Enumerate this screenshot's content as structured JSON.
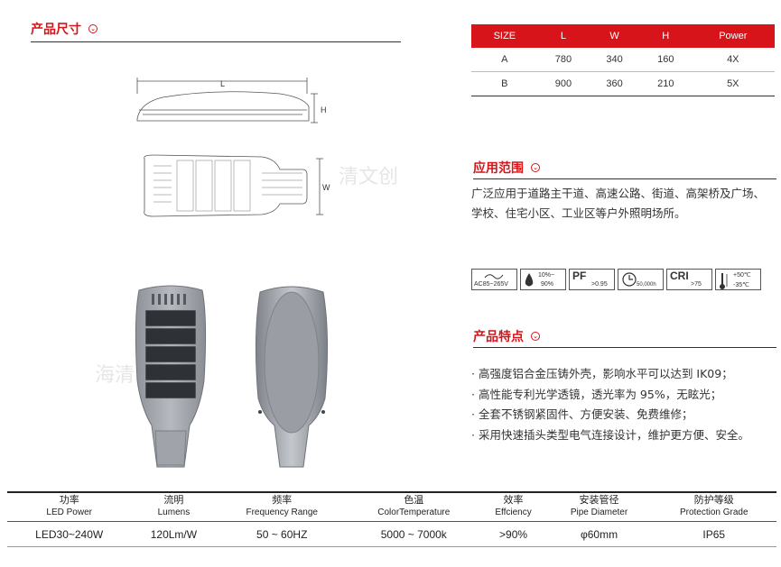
{
  "sections": {
    "size_title": "产品尺寸",
    "app_title": "应用范围",
    "feat_title": "产品特点"
  },
  "drawing": {
    "dim_l": "L",
    "dim_h": "H",
    "dim_w": "W"
  },
  "watermarks": [
    "清文创",
    "海清"
  ],
  "size_table": {
    "headers": [
      "SIZE",
      "L",
      "W",
      "H",
      "Power"
    ],
    "rows": [
      [
        "A",
        "780",
        "340",
        "160",
        "4X"
      ],
      [
        "B",
        "900",
        "360",
        "210",
        "5X"
      ]
    ]
  },
  "application": {
    "lines": [
      "广泛应用于道路主干道、高速公路、街道、高架桥及广场、",
      "学校、住宅小区、工业区等户外照明场所。"
    ]
  },
  "icons": [
    {
      "name": "voltage",
      "text": "AC85~265V"
    },
    {
      "name": "humidity",
      "text_top": "10%~",
      "text_bottom": "90%"
    },
    {
      "name": "pf",
      "big": "PF",
      "text": ">0.95"
    },
    {
      "name": "lifetime",
      "text": "50,000h"
    },
    {
      "name": "cri",
      "big": "CRI",
      "text": ">75"
    },
    {
      "name": "temperature",
      "text_top": "+50℃",
      "text_bottom": "-35℃"
    }
  ],
  "features": [
    "· 高强度铝合金压铸外壳，影响水平可以达到 IK09；",
    "· 高性能专利光学透镜，透光率为 95%，无眩光；",
    "· 全套不锈钢紧固件、方便安装、免费维修；",
    "· 采用快速插头类型电气连接设计，维护更方便、安全。"
  ],
  "spec_table": {
    "headers": [
      {
        "cn": "功率",
        "en": "LED Power"
      },
      {
        "cn": "流明",
        "en": "Lumens"
      },
      {
        "cn": "频率",
        "en": "Frequency Range"
      },
      {
        "cn": "色温",
        "en": "ColorTemperature"
      },
      {
        "cn": "效率",
        "en": "Effciency"
      },
      {
        "cn": "安装管径",
        "en": "Pipe Diameter"
      },
      {
        "cn": "防护等级",
        "en": "Protection Grade"
      }
    ],
    "row": [
      "LED30~240W",
      "120Lm/W",
      "50 ~ 60HZ",
      "5000 ~ 7000k",
      ">90%",
      "φ60mm",
      "IP65"
    ]
  },
  "colors": {
    "accent": "#d7141a",
    "body_text": "#333333"
  }
}
